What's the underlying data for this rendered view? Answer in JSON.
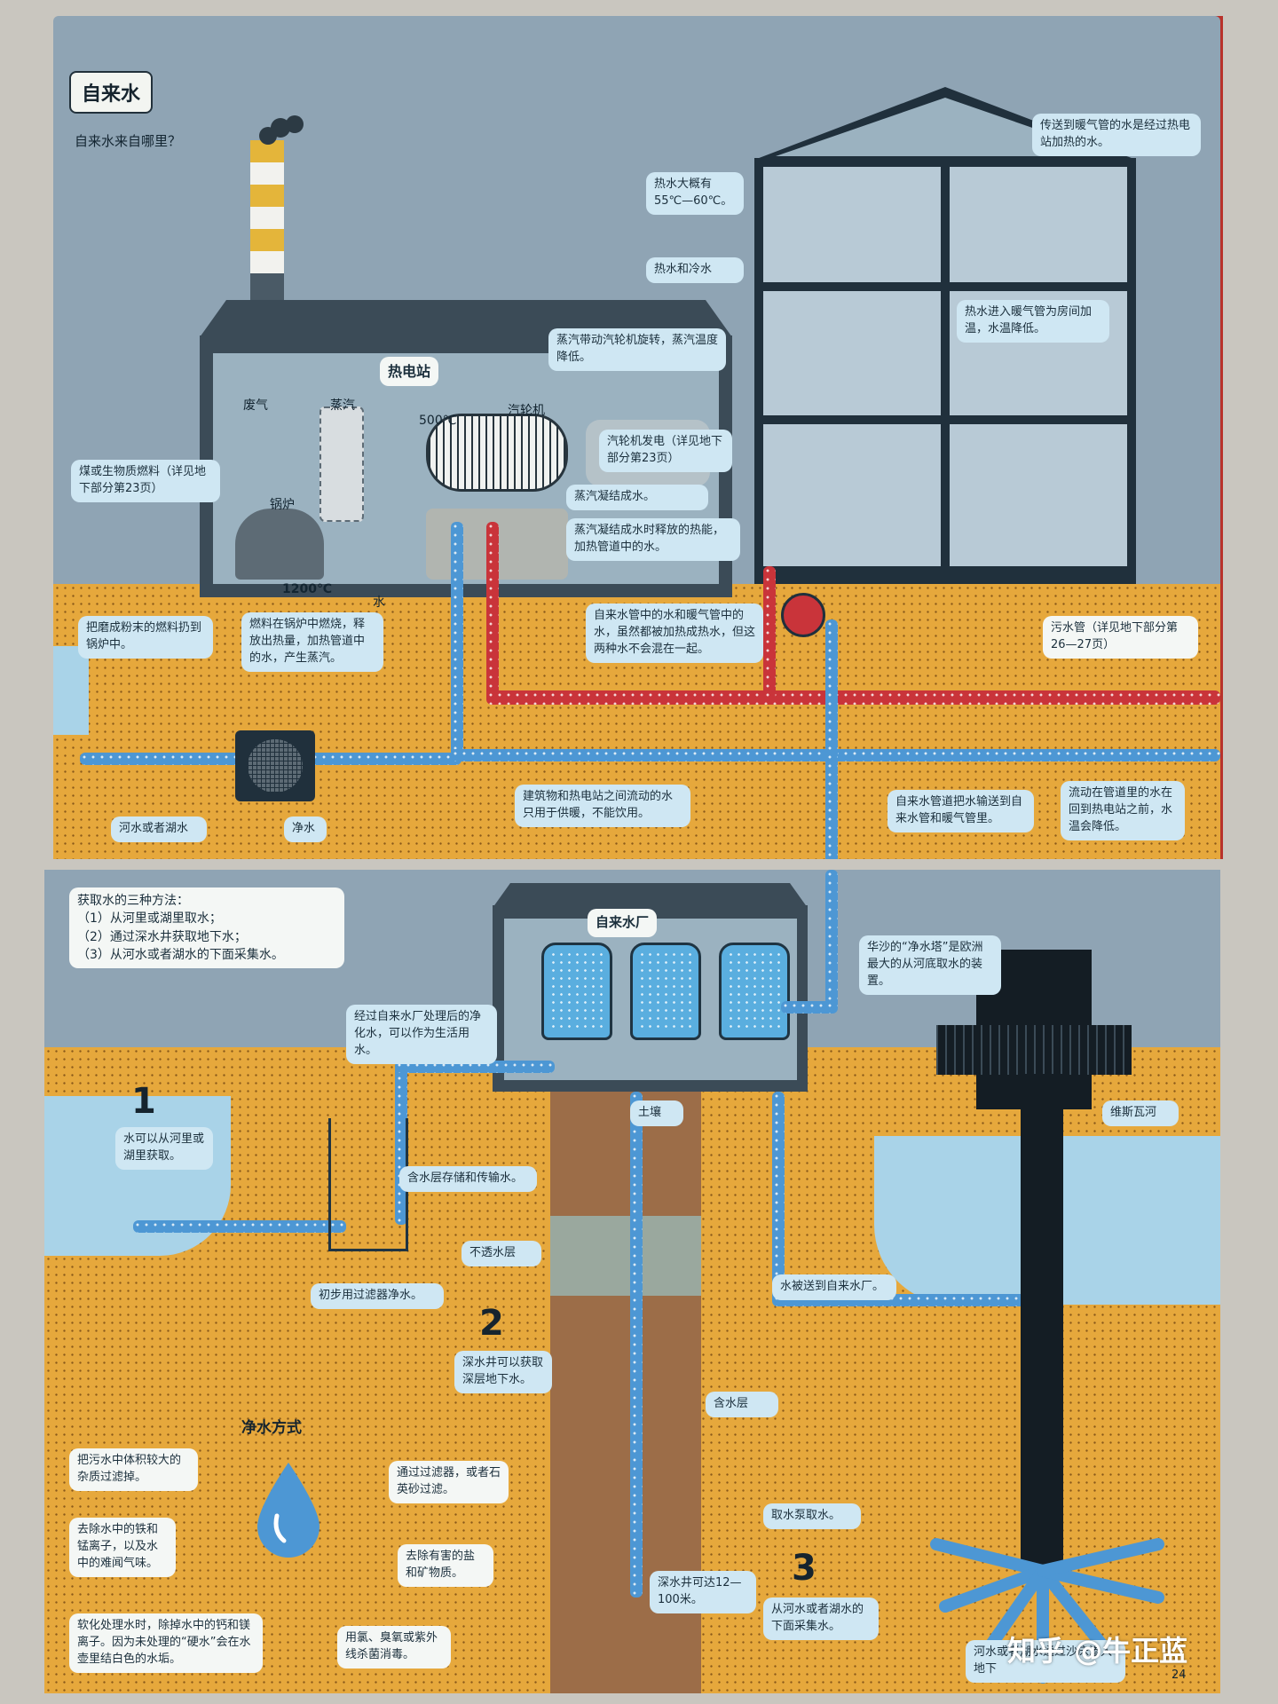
{
  "top": {
    "title": "自来水",
    "question": "自来水来自哪里？",
    "plant_label": "热电站",
    "house_callouts": {
      "radiator_water": "传送到暖气管的水是经过热电站加热的水。",
      "hot_water_temp": "热水大概有55℃—60℃。",
      "hot_cold": "热水和冷水",
      "heating": "热水进入暖气管为房间加温，水温降低。"
    },
    "plant_labels": {
      "steam": "蒸汽",
      "temp_500": "500℃",
      "turbine": "汽轮机",
      "waste_gas": "废气",
      "boiler": "锅炉",
      "temp_1200": "1200℃",
      "water": "水"
    },
    "callouts": {
      "fuel": "煤或生物质燃料（详见地下部分第23页）",
      "steam_turbine": "蒸汽带动汽轮机旋转，蒸汽温度降低。",
      "generator": "汽轮机发电（详见地下部分第23页）",
      "condense": "蒸汽凝结成水。",
      "heat_release": "蒸汽凝结成水时释放的热能，加热管道中的水。",
      "powder": "把磨成粉末的燃料扔到锅炉中。",
      "burn": "燃料在锅炉中燃烧，释放出热量，加热管道中的水，产生蒸汽。",
      "mixing": "自来水管中的水和暖气管中的水，虽然都被加热成热水，但这两种水不会混在一起。",
      "sewage": "污水管（详见地下部分第26—27页）",
      "loop": "建筑物和热电站之间流动的水只用于供暖，不能饮用。",
      "pump": "自来水管道把水输送到自来水管和暖气管里。",
      "cooling": "流动在管道里的水在回到热电站之前，水温会降低。",
      "river": "河水或者湖水",
      "purify": "净水"
    }
  },
  "bottom": {
    "methods_title": "获取水的三种方法：",
    "methods": [
      "（1）从河里或湖里取水；",
      "（2）通过深水井获取地下水；",
      "（3）从河水或者湖水的下面采集水。"
    ],
    "plant_label": "自来水厂",
    "callouts": {
      "treated": "经过自来水厂处理后的净化水，可以作为生活用水。",
      "warsaw": "华沙的“净水塔”是欧洲最大的从河底取水的装置。",
      "vistula": "维斯瓦河",
      "clay": "土壤",
      "aquifer_store": "含水层存储和传输水。",
      "impermeable": "不透水层",
      "lake_take": "水可以从河里或湖里获取。",
      "filter": "初步用过滤器净水。",
      "deep_well": "深水井可以获取深层地下水。",
      "aquifer": "含水层",
      "sent": "水被送到自来水厂。",
      "pump_take": "取水泵取水。",
      "depth": "深水井可达12—100米。",
      "under_river": "从河水或者湖水的下面采集水。",
      "seep": "河水或者湖水通过沙床渗入地下"
    },
    "numbers": [
      "1",
      "2",
      "3"
    ],
    "purification": {
      "title": "净水方式",
      "items": [
        "把污水中体积较大的杂质过滤掉。",
        "去除水中的铁和锰离子，以及水中的难闻气味。",
        "软化处理水时，除掉水中的钙和镁离子。因为未处理的“硬水”会在水壶里结白色的水垢。",
        "通过过滤器，或者石英砂过滤。",
        "去除有害的盐和矿物质。",
        "用氯、臭氧或紫外线杀菌消毒。"
      ]
    },
    "page_number": "24"
  },
  "watermark": "知乎 @牛正蓝",
  "colors": {
    "sky": "#8fa4b4",
    "ground": "#e6a83c",
    "water_pipe": "#4d97d4",
    "hot_pipe": "#c9343a",
    "callout": "#cfe7f3"
  }
}
